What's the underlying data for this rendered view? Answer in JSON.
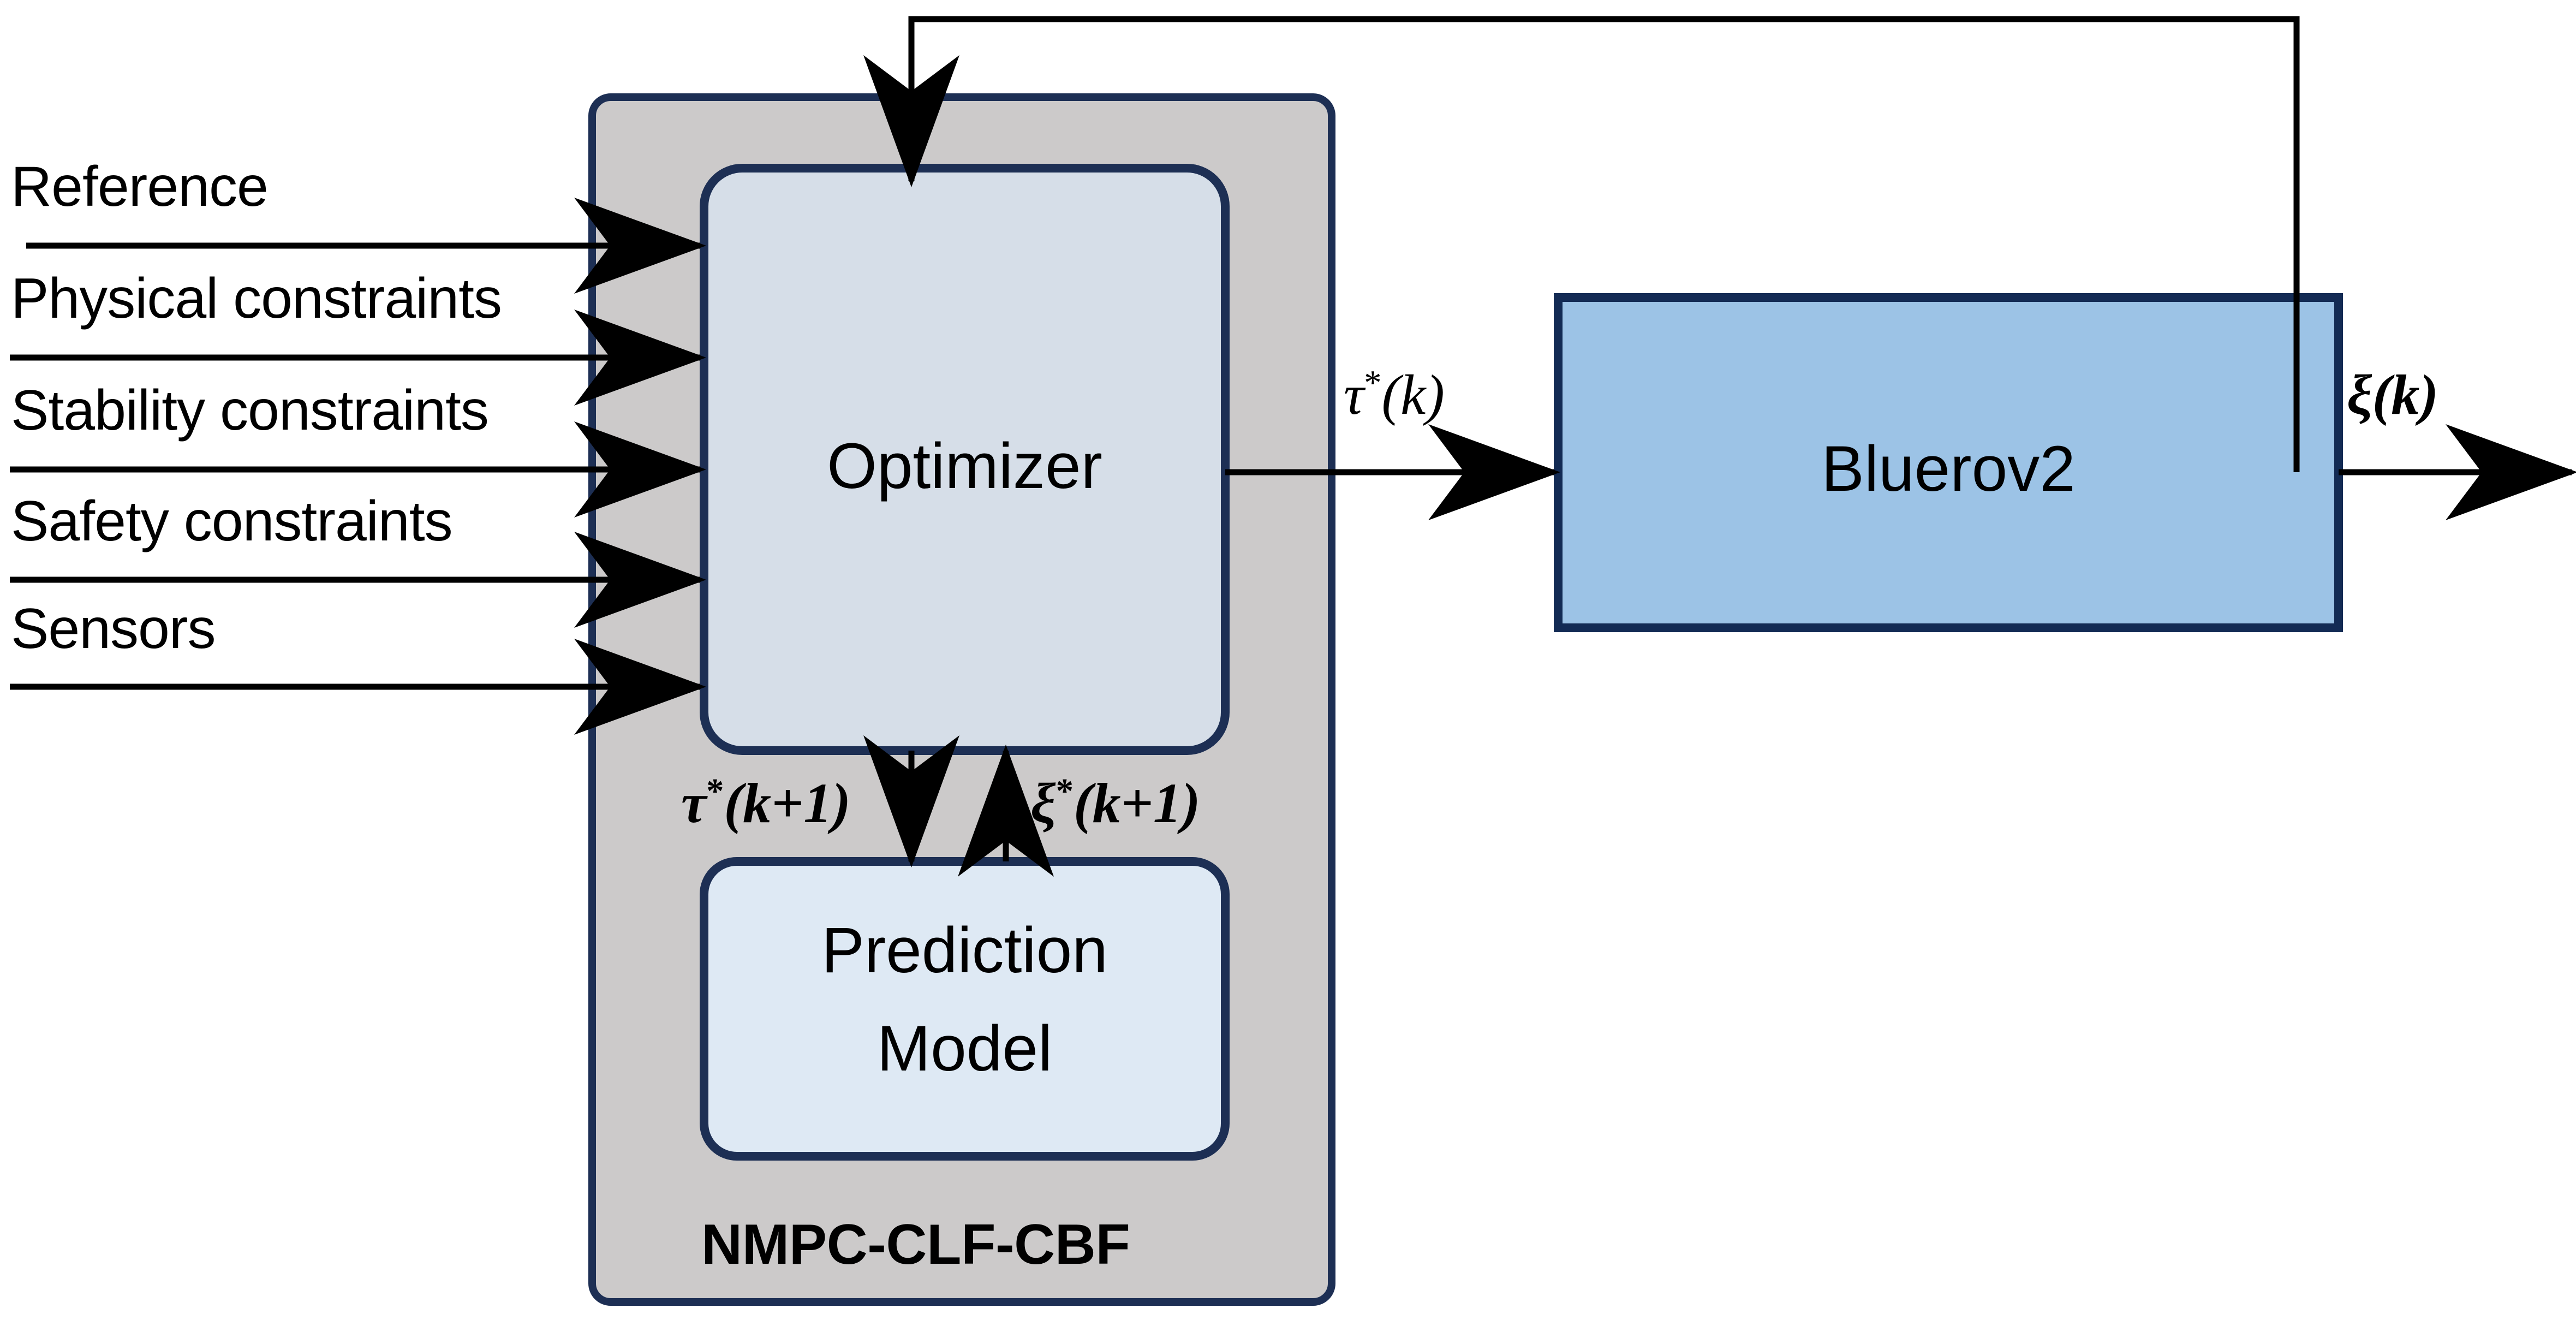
{
  "diagram": {
    "title": "NMPC-CLF-CBF control architecture for Bluerov2",
    "colors": {
      "container_fill": "#CCCACA",
      "container_border": "#1D2F54",
      "optimizer_fill": "#D6DEE8",
      "optimizer_border": "#1D2F54",
      "prediction_fill": "#DEE9F4",
      "prediction_border": "#1D2F54",
      "plant_fill": "#9CC3E6",
      "plant_border": "#132B54",
      "line": "#000000",
      "background": "#FFFFFF"
    }
  },
  "inputs": [
    {
      "label": "Reference"
    },
    {
      "label": "Physical constraints"
    },
    {
      "label": "Stability constraints"
    },
    {
      "label": "Safety constraints"
    },
    {
      "label": "Sensors"
    }
  ],
  "controller": {
    "caption": "NMPC-CLF-CBF",
    "optimizer": {
      "label": "Optimizer"
    },
    "prediction_model": {
      "line1": "Prediction",
      "line2": "Model"
    },
    "internal_signals": {
      "down": {
        "symbol": "τ",
        "star": "*",
        "arg": "(k+1)"
      },
      "up": {
        "symbol": "ξ",
        "star": "*",
        "arg": "(k+1)"
      }
    }
  },
  "plant": {
    "label": "Bluerov2"
  },
  "signals": {
    "control_output": {
      "symbol": "τ",
      "star": "*",
      "arg": "(k)"
    },
    "state_output": {
      "symbol": "ξ",
      "star": "",
      "arg": "(k)"
    }
  }
}
